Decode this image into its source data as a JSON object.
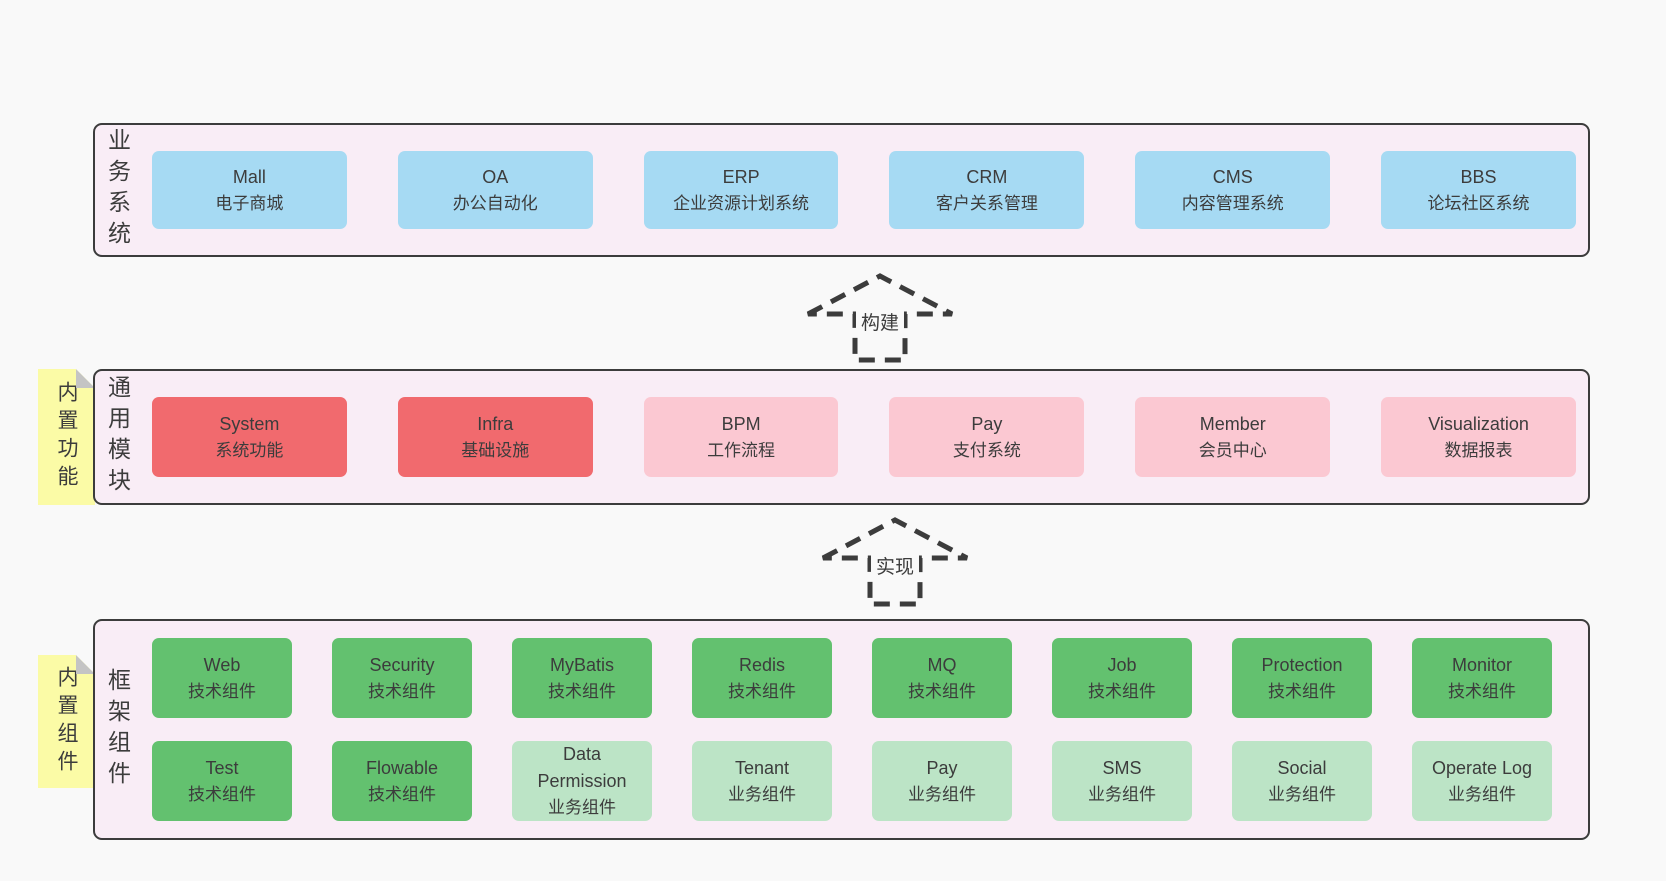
{
  "colors": {
    "page_bg": "#f9f9f9",
    "container_bg": "#f9edf6",
    "border": "#3c3c3c",
    "text": "#3c3c3c",
    "blue": "#a6daf3",
    "red": "#f16a6e",
    "pink": "#fbc8d2",
    "green": "#63c16f",
    "light_green": "#bce4c6",
    "yellow": "#fbfba6",
    "fold": "#c4c4c4"
  },
  "sections": [
    {
      "label": "业务系统",
      "items": [
        {
          "name": "Mall",
          "desc": "电子商城",
          "variant": "blue"
        },
        {
          "name": "OA",
          "desc": "办公自动化",
          "variant": "blue"
        },
        {
          "name": "ERP",
          "desc": "企业资源计划系统",
          "variant": "blue"
        },
        {
          "name": "CRM",
          "desc": "客户关系管理",
          "variant": "blue"
        },
        {
          "name": "CMS",
          "desc": "内容管理系统",
          "variant": "blue"
        },
        {
          "name": "BBS",
          "desc": "论坛社区系统",
          "variant": "blue"
        }
      ]
    },
    {
      "label": "通用模块",
      "tab": "内置功能",
      "items": [
        {
          "name": "System",
          "desc": "系统功能",
          "variant": "red"
        },
        {
          "name": "Infra",
          "desc": "基础设施",
          "variant": "red"
        },
        {
          "name": "BPM",
          "desc": "工作流程",
          "variant": "pink"
        },
        {
          "name": "Pay",
          "desc": "支付系统",
          "variant": "pink"
        },
        {
          "name": "Member",
          "desc": "会员中心",
          "variant": "pink"
        },
        {
          "name": "Visualization",
          "desc": "数据报表",
          "variant": "pink"
        }
      ]
    },
    {
      "label": "框架组件",
      "tab": "内置组件",
      "rows": [
        [
          {
            "name": "Web",
            "desc": "技术组件",
            "variant": "green"
          },
          {
            "name": "Security",
            "desc": "技术组件",
            "variant": "green"
          },
          {
            "name": "MyBatis",
            "desc": "技术组件",
            "variant": "green"
          },
          {
            "name": "Redis",
            "desc": "技术组件",
            "variant": "green"
          },
          {
            "name": "MQ",
            "desc": "技术组件",
            "variant": "green"
          },
          {
            "name": "Job",
            "desc": "技术组件",
            "variant": "green"
          },
          {
            "name": "Protection",
            "desc": "技术组件",
            "variant": "green"
          },
          {
            "name": "Monitor",
            "desc": "技术组件",
            "variant": "green"
          }
        ],
        [
          {
            "name": "Test",
            "desc": "技术组件",
            "variant": "green"
          },
          {
            "name": "Flowable",
            "desc": "技术组件",
            "variant": "green"
          },
          {
            "name": "Data Permission",
            "desc": "业务组件",
            "variant": "light-green"
          },
          {
            "name": "Tenant",
            "desc": "业务组件",
            "variant": "light-green"
          },
          {
            "name": "Pay",
            "desc": "业务组件",
            "variant": "light-green"
          },
          {
            "name": "SMS",
            "desc": "业务组件",
            "variant": "light-green"
          },
          {
            "name": "Social",
            "desc": "业务组件",
            "variant": "light-green"
          },
          {
            "name": "Operate Log",
            "desc": "业务组件",
            "variant": "light-green"
          }
        ]
      ]
    }
  ],
  "arrows": [
    {
      "label": "构建"
    },
    {
      "label": "实现"
    }
  ]
}
